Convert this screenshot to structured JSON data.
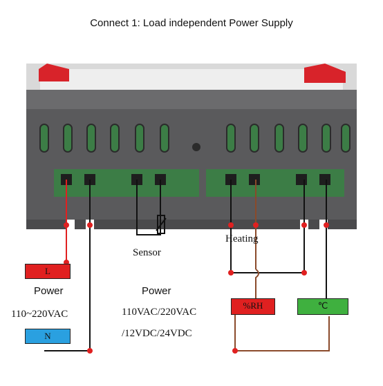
{
  "title": "Connect 1: Load independent Power Supply",
  "labels": {
    "sensor": "Sensor",
    "heating": "Heating",
    "power_left": "Power",
    "voltage_left": "110~220VAC",
    "power_right": "Power",
    "voltage_right_1": "110VAC/220VAC",
    "voltage_right_2": "/12VDC/24VDC"
  },
  "boxes": {
    "L": "L",
    "N": "N",
    "rh": "%RH",
    "celsius": "℃"
  },
  "colors": {
    "live": "#e02020",
    "neutral": "#2aa0e0",
    "rh_box": "#e02020",
    "celsius_box": "#3fb03f",
    "wire_red": "#e02020",
    "wire_brown": "#8a4a2a",
    "wire_black": "#111111",
    "device_body": "#5a5a5c",
    "terminal_green": "#3c7d46",
    "clip_red": "#d8232a"
  }
}
